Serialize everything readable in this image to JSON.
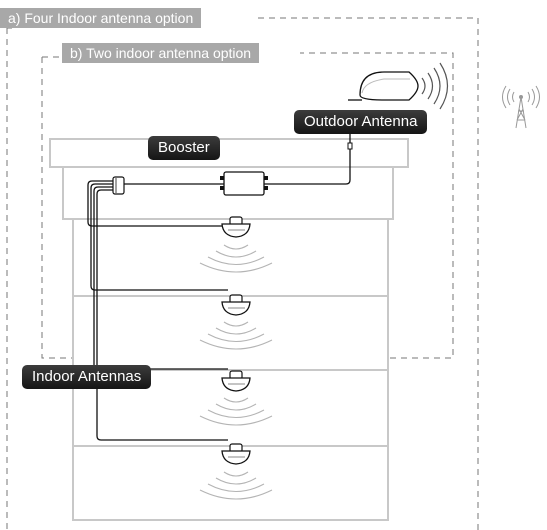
{
  "labels": {
    "option_a": "a) Four Indoor antenna option",
    "option_b": "b) Two indoor antenna option",
    "outdoor_antenna": "Outdoor Antenna",
    "booster": "Booster",
    "indoor_antennas": "Indoor Antennas"
  },
  "colors": {
    "label_gray": "#a8a8a8",
    "label_dark": "#1e1e1e",
    "building_lines": "#c8c8c8",
    "dashed_border": "#777777",
    "cable": "#111111",
    "signal_waves": "#b4b4b4"
  },
  "icons": [
    "tower-icon",
    "outdoor-antenna-icon",
    "booster-icon",
    "splitter-icon",
    "indoor-antenna-icon",
    "signal-waves-icon"
  ]
}
